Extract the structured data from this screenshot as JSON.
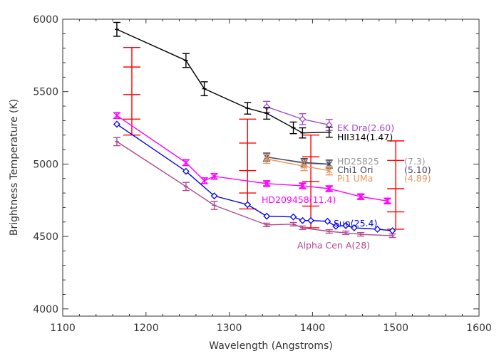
{
  "chart_data": {
    "type": "line",
    "title": "",
    "xlabel": "Wavelength (Angstroms)",
    "ylabel": "Brightness Temperature (K)",
    "xlim": [
      1100,
      1600
    ],
    "ylim": [
      3950,
      6000
    ],
    "xticks": [
      1100,
      1200,
      1300,
      1400,
      1500,
      1600
    ],
    "yticks": [
      4000,
      4500,
      5000,
      5500,
      6000
    ],
    "grid": false,
    "legend": "inline labels",
    "series": [
      {
        "name": "EK Dra(2.60)",
        "color": "#a64ad0",
        "marker": "diamond",
        "x": [
          1345,
          1388,
          1420
        ],
        "y": [
          5395,
          5310,
          5270
        ],
        "yerr": [
          38,
          38,
          38
        ]
      },
      {
        "name": "HII314(1.47)",
        "color": "#000000",
        "marker": "errbar",
        "x": [
          1165,
          1248,
          1270,
          1322,
          1345,
          1377,
          1388,
          1420
        ],
        "y": [
          5930,
          5715,
          5520,
          5385,
          5350,
          5250,
          5215,
          5220
        ],
        "yerr": [
          48,
          48,
          48,
          40,
          40,
          40,
          35,
          35
        ]
      },
      {
        "name": "HD25825",
        "value_label": "(7.3)",
        "color": "#999999",
        "marker": "x",
        "x": [
          1345,
          1390,
          1420
        ],
        "y": [
          5050,
          5005,
          4998
        ],
        "yerr": [
          25,
          25,
          25
        ]
      },
      {
        "name": "Chi1 Ori",
        "value_label": "(5.10)",
        "color": "#444466",
        "marker": "x",
        "x": [
          1345,
          1390,
          1420
        ],
        "y": [
          5048,
          5010,
          5000
        ],
        "yerr": [
          28,
          28,
          28
        ]
      },
      {
        "name": "Pi1 UMa",
        "value_label": "(4.89)",
        "color": "#e8965a",
        "marker": "x",
        "x": [
          1345,
          1390,
          1420
        ],
        "y": [
          5035,
          4985,
          4955
        ],
        "yerr": [
          30,
          30,
          30
        ]
      },
      {
        "name": "HD209458(11.4)",
        "color": "#ff00ff",
        "marker": "hourglass",
        "x": [
          1165,
          1248,
          1270,
          1282,
          1345,
          1388,
          1420,
          1458,
          1490
        ],
        "y": [
          5335,
          5010,
          4885,
          4915,
          4865,
          4850,
          4830,
          4775,
          4745
        ],
        "yerr": [
          20,
          20,
          20,
          20,
          15,
          15,
          15,
          15,
          15
        ]
      },
      {
        "name": "Sun(25.4)",
        "color": "#0000ee",
        "marker": "diamond",
        "x": [
          1165,
          1248,
          1282,
          1322,
          1345,
          1377,
          1388,
          1398,
          1418,
          1428,
          1440,
          1450,
          1478,
          1496
        ],
        "y": [
          5275,
          4950,
          4780,
          4720,
          4640,
          4635,
          4610,
          4610,
          4605,
          4570,
          4575,
          4560,
          4550,
          4540
        ],
        "yerr": [
          0,
          0,
          0,
          0,
          0,
          0,
          0,
          0,
          0,
          0,
          0,
          0,
          0,
          0
        ]
      },
      {
        "name": "Alpha Cen A(28)",
        "color": "#b04890",
        "marker": "errbar",
        "x": [
          1165,
          1248,
          1282,
          1345,
          1377,
          1388,
          1420,
          1440,
          1458,
          1496
        ],
        "y": [
          5155,
          4845,
          4715,
          4580,
          4585,
          4560,
          4535,
          4525,
          4515,
          4505
        ],
        "yerr": [
          28,
          28,
          28,
          12,
          12,
          12,
          12,
          12,
          12,
          12
        ]
      }
    ],
    "red_ranges": {
      "color": "#ff0000",
      "items": [
        {
          "x": 1183,
          "ticks": [
            5805,
            5670,
            5480,
            5310,
            5200
          ]
        },
        {
          "x": 1322,
          "ticks": [
            5310,
            5145,
            4955,
            4800,
            4690
          ]
        },
        {
          "x": 1398,
          "ticks": [
            5200,
            5050,
            4880,
            4710,
            4560
          ]
        },
        {
          "x": 1500,
          "ticks": [
            5160,
            5025,
            4830,
            4670,
            4550
          ]
        }
      ]
    }
  }
}
